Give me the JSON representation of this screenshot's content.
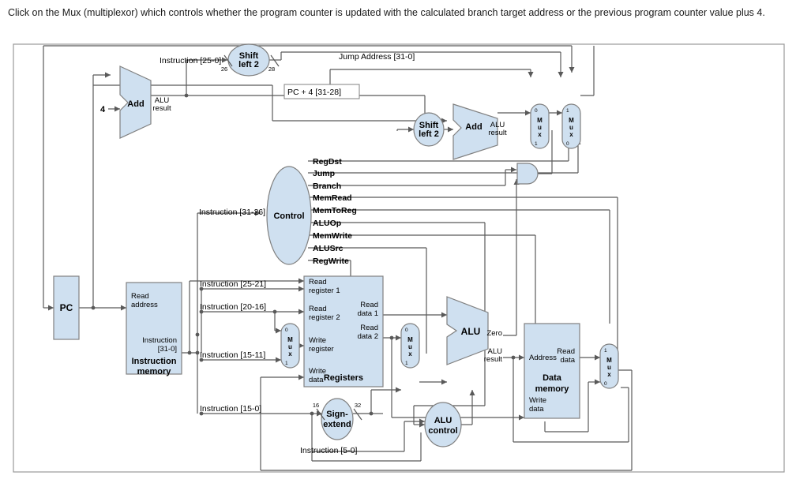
{
  "question": {
    "text": "Click on the Mux (multiplexor) which controls whether the program counter is updated with the calculated branch target address or the previous program counter value plus 4."
  },
  "diagram": {
    "title": "MIPS single-cycle datapath with control",
    "colors": {
      "block_fill": "#cfe0f0",
      "block_stroke": "#808080",
      "wire": "#595959",
      "text": "#000000",
      "border": "#999999"
    },
    "blocks": {
      "pc": {
        "label": "PC"
      },
      "instruction_memory": {
        "read_address": "Read\naddress",
        "instruction_out": "Instruction\n[31-0]",
        "title_line1": "Instruction",
        "title_line2": "memory"
      },
      "registers": {
        "read_register_1": "Read\nregister 1",
        "read_register_2": "Read\nregister 2",
        "write_register": "Write\nregister",
        "write_data": "Write\ndata",
        "read_data_1": "Read\ndata 1",
        "read_data_2": "Read\ndata 2",
        "title": "Registers"
      },
      "data_memory": {
        "address": "Address",
        "write_data": "Write\ndata",
        "read_data": "Read\ndata",
        "title_line1": "Data",
        "title_line2": "memory"
      },
      "alu": {
        "label": "ALU",
        "zero": "Zero",
        "result_line1": "ALU",
        "result_line2": "result"
      },
      "add_top": {
        "label": "Add",
        "result_line1": "ALU",
        "result_line2": "result"
      },
      "add_branch": {
        "label": "Add",
        "result_line1": "ALU",
        "result_line2": "result"
      },
      "control": {
        "label": "Control"
      },
      "alu_control": {
        "label_line1": "ALU",
        "label_line2": "control"
      },
      "sign_extend": {
        "label_line1": "Sign-",
        "label_line2": "extend"
      },
      "shift_left_2_jump": {
        "label_line1": "Shift",
        "label_line2": "left 2"
      },
      "shift_left_2_branch": {
        "label_line1": "Shift",
        "label_line2": "left 2"
      }
    },
    "muxes": [
      {
        "name": "mux-jump",
        "label": "Mux",
        "top_port": "0",
        "bottom_port": "1"
      },
      {
        "name": "mux-pc-source",
        "label": "Mux",
        "top_port": "1",
        "bottom_port": "0"
      },
      {
        "name": "mux-regdst",
        "label": "Mux",
        "top_port": "0",
        "bottom_port": "1"
      },
      {
        "name": "mux-alusrc",
        "label": "Mux",
        "top_port": "0",
        "bottom_port": "1"
      },
      {
        "name": "mux-memtoreg",
        "label": "Mux",
        "top_port": "1",
        "bottom_port": "0"
      }
    ],
    "control_signals": [
      "RegDst",
      "Jump",
      "Branch",
      "MemRead",
      "MemToReg",
      "ALUOp",
      "MemWrite",
      "ALUSrc",
      "RegWrite"
    ],
    "bus_labels": [
      "Instruction [25-0]",
      "Jump Address [31-0]",
      "PC + 4 [31-28]",
      "Instruction [31-26]",
      "Instruction [25-21]",
      "Instruction [20-16]",
      "Instruction [15-11]",
      "Instruction [15-0]",
      "Instruction [5-0]"
    ],
    "width_annotations": {
      "jump_in": "26",
      "jump_out": "28",
      "sign_extend_in": "16",
      "sign_extend_out": "32"
    },
    "constants": {
      "four": "4"
    }
  }
}
